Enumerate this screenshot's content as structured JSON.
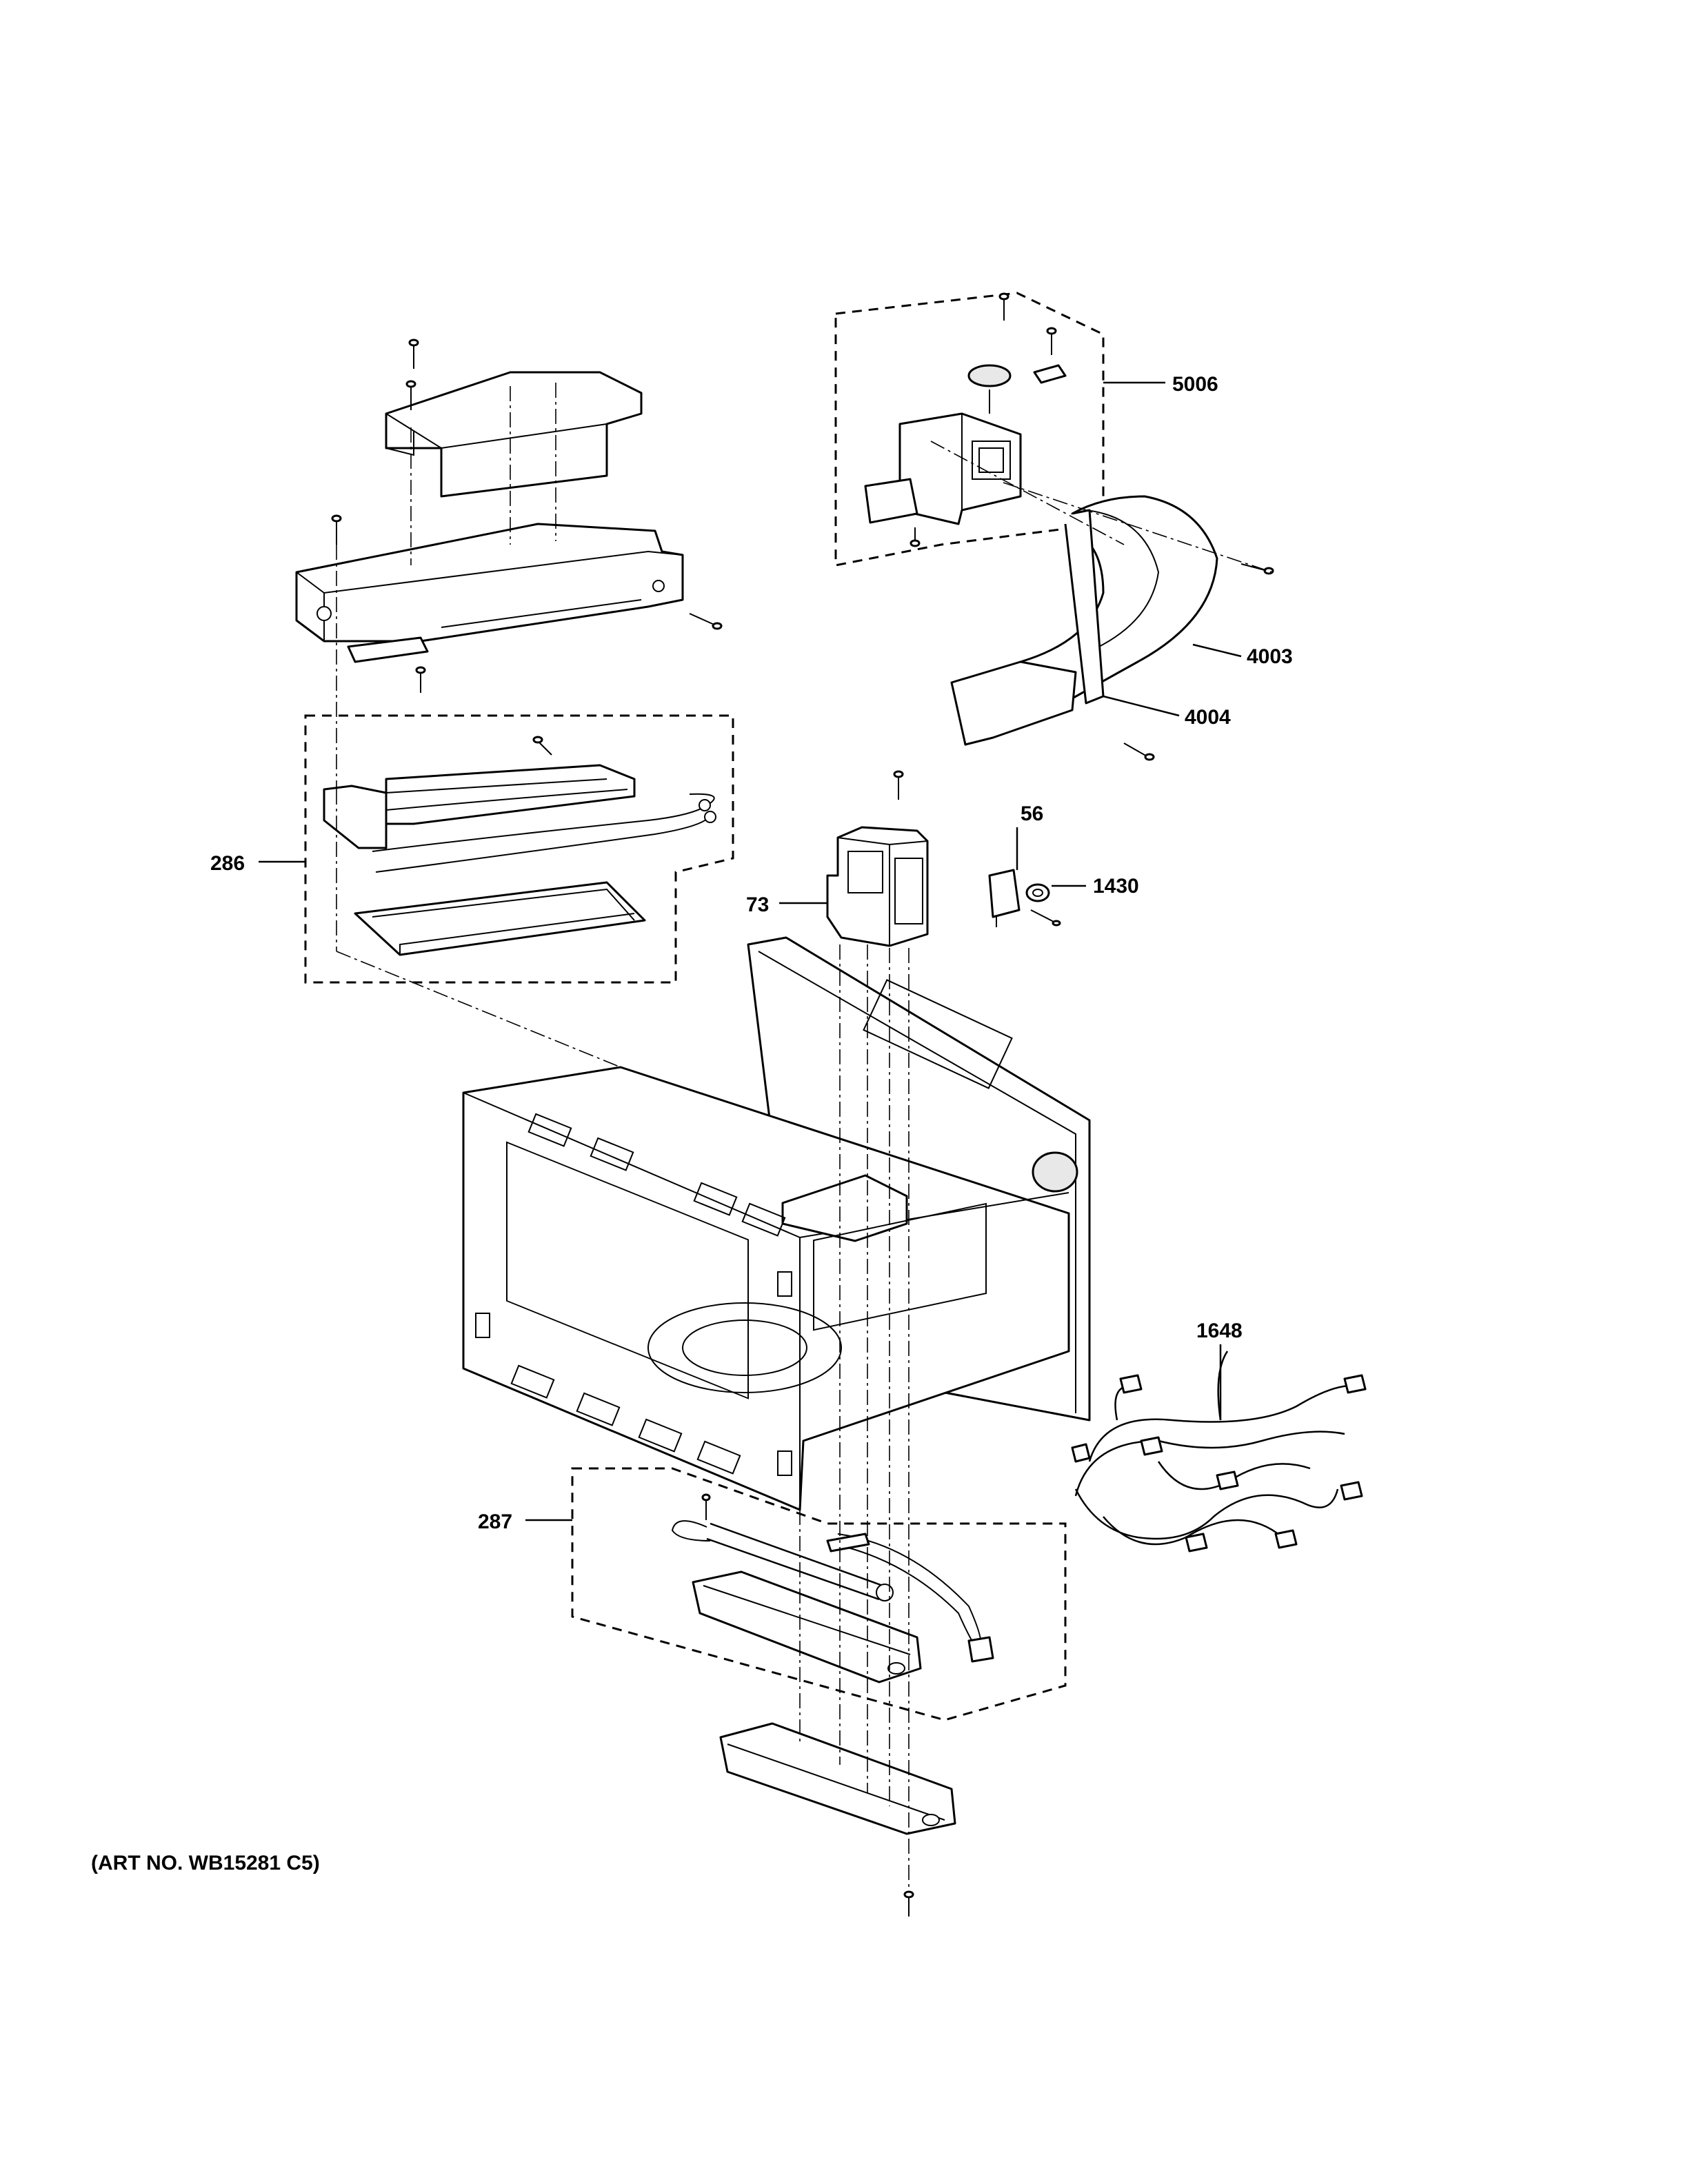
{
  "callouts": {
    "c5006": "5006",
    "c4003": "4003",
    "c4004": "4004",
    "c286": "286",
    "c56": "56",
    "c1430": "1430",
    "c73": "73",
    "c1648": "1648",
    "c287": "287"
  },
  "art_number": "(ART NO. WB15281 C5)"
}
